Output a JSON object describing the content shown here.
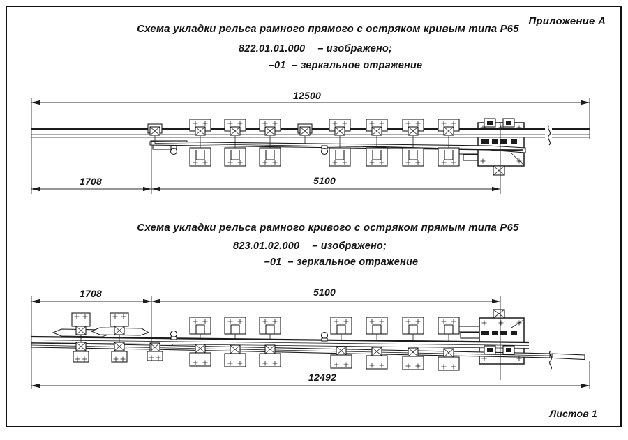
{
  "page": {
    "appendix_label": "Приложение А",
    "sheets_label": "Листов 1",
    "line_color": "#1c1c1c",
    "background": "#ffffff"
  },
  "diagrams": [
    {
      "title": "Схема укладки рельса рамного прямого с остряком кривым типа Р65",
      "code": "822.01.01.000",
      "shown_note": "– изображено;",
      "mirror_code": "–01",
      "mirror_note": "– зеркальное отражение",
      "dimensions": {
        "overall": "12500",
        "front": "1708",
        "point": "5100"
      }
    },
    {
      "title": "Схема укладки рельса рамного кривого с остряком прямым типа Р65",
      "code": "823.01.02.000",
      "shown_note": "– изображено;",
      "mirror_code": "–01",
      "mirror_note": "– зеркальное отражение",
      "dimensions": {
        "overall": "12492",
        "front": "1708",
        "point": "5100"
      }
    }
  ]
}
